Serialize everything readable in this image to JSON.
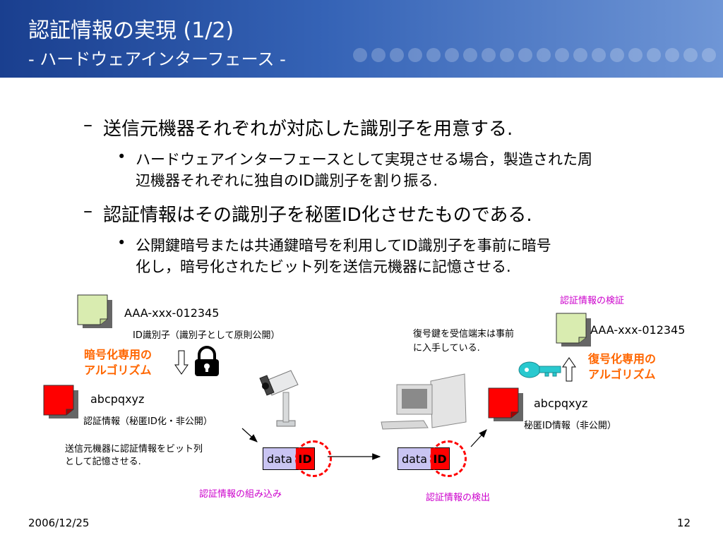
{
  "header": {
    "title": "認証情報の実現 (1/2)",
    "subtitle": "- ハードウェアインターフェース -"
  },
  "bullets": [
    {
      "mark": "–",
      "text": "送信元機器それぞれが対応した識別子を用意する."
    },
    {
      "mark": "•",
      "text": "ハードウェアインターフェースとして実現させる場合，製造された周"
    },
    {
      "text": "辺機器それぞれに独自のID識別子を割り振る."
    },
    {
      "mark": "–",
      "text": "認証情報はその識別子を秘匿ID化させたものである."
    },
    {
      "mark": "•",
      "text": "公開鍵暗号または共通鍵暗号を利用してID識別子を事前に暗号"
    },
    {
      "text": "化し，暗号化されたビット列を送信元機器に記憶させる."
    }
  ],
  "diagram": {
    "left_id_value": "AAA-xxx-012345",
    "left_id_caption": "ID識別子（識別子として原則公開）",
    "left_algo": [
      "暗号化専用の",
      "アルゴリズム"
    ],
    "left_secret_value": "abcpqxyz",
    "left_secret_caption": "認証情報（秘匿ID化・非公開）",
    "store_note": [
      "送信元機器に認証情報をビット列",
      "として記憶させる."
    ],
    "packet_data": "data",
    "packet_id": "ID",
    "embed_label": "認証情報の組み込み",
    "detect_label": "認証情報の検出",
    "key_note": [
      "復号鍵を受信端末は事前",
      "に入手している."
    ],
    "verify_label": "認証情報の検証",
    "right_id_value": "AAA-xxx-012345",
    "right_algo": [
      "復号化専用の",
      "アルゴリズム"
    ],
    "right_secret_value": "abcpqxyz",
    "right_secret_caption": "秘匿ID情報（非公開）",
    "colors": {
      "doc_green": "#d9ecb0",
      "doc_red": "#ff0000",
      "accent_orange": "#ff6600",
      "accent_magenta": "#cc00cc",
      "packet_data": "#c9c4f2"
    }
  },
  "footer": {
    "date": "2006/12/25",
    "page": "12"
  }
}
